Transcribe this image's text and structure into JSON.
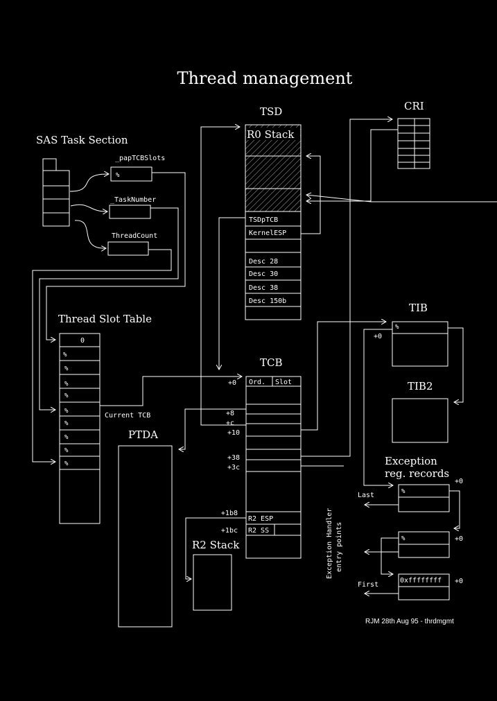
{
  "title": "Thread management",
  "footer": "RJM 28th Aug 95 - thrdmgmt",
  "sas": {
    "title": "SAS Task Section",
    "papTCBSlots": "_papTCBSlots",
    "taskNumber": "_TaskNumber",
    "threadCount": "ThreadCount",
    "pct": "%"
  },
  "tsd": {
    "title": "TSD",
    "stack": "R0 Stack",
    "fields": [
      "TSDpTCB",
      "KernelESP",
      "",
      "Desc 28",
      "Desc 30",
      "Desc 38",
      "Desc 150b",
      ""
    ]
  },
  "cri": {
    "title": "CRI"
  },
  "tst": {
    "title": "Thread Slot Table",
    "rows": [
      "0",
      "%",
      "%",
      "%",
      "%",
      "%",
      "%",
      "%",
      "%",
      "%"
    ],
    "currentTcb": "Current TCB"
  },
  "tcb": {
    "title": "TCB",
    "ord": "Ord.",
    "slot": "Slot",
    "offsets": {
      "o0": "+0",
      "o8": "+8",
      "oc": "+c",
      "o10": "+10",
      "o38": "+38",
      "o3c": "+3c",
      "o1b8": "+1b8",
      "o1bc": "+1bc"
    },
    "r2esp": "R2 ESP",
    "r2ss": "R2 SS"
  },
  "ptda": {
    "title": "PTDA"
  },
  "r2stack": {
    "title": "R2 Stack"
  },
  "tib": {
    "title": "TIB",
    "pct": "%",
    "offset": "+0"
  },
  "tib2": {
    "title": "TIB2"
  },
  "exc": {
    "title1": "Exception",
    "title2": "reg. records",
    "last": "Last",
    "first": "First",
    "pct": "%",
    "terminator": "0xffffffff",
    "offset": "+0",
    "handler1": "Exception Handler",
    "handler2": "entry points"
  }
}
